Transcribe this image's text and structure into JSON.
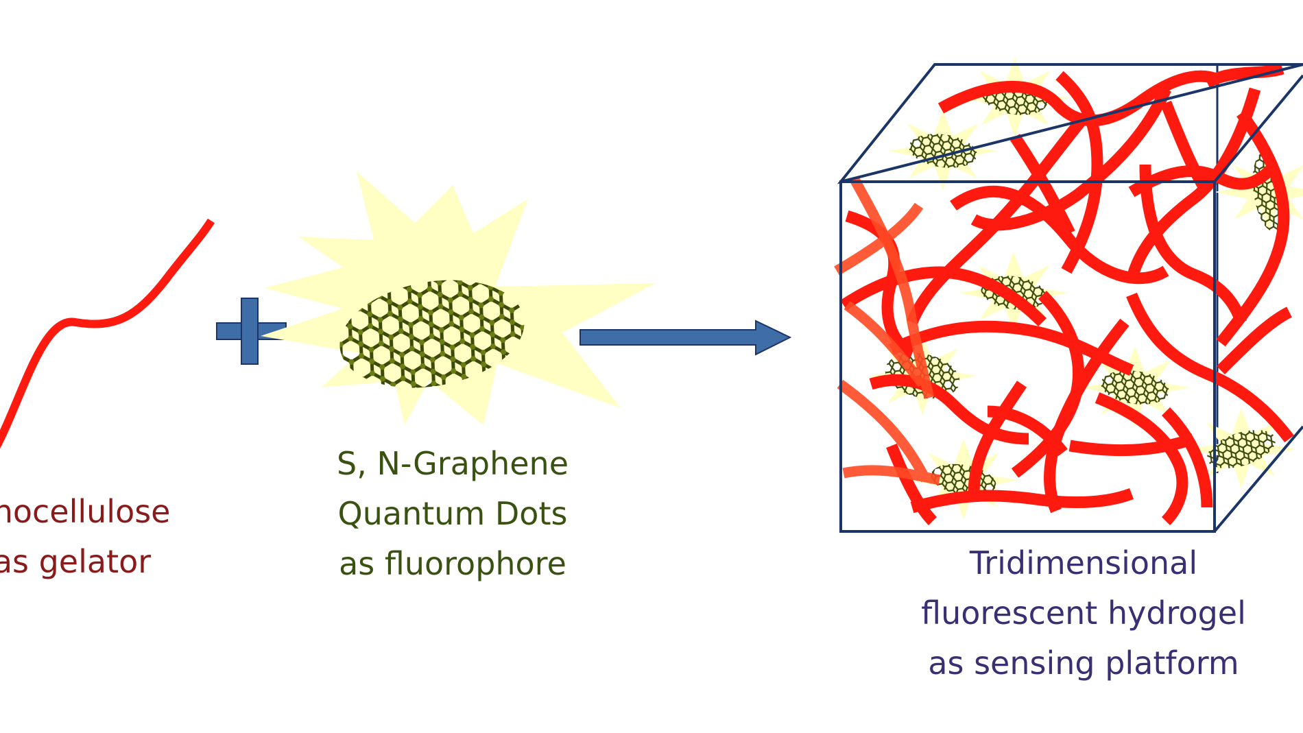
{
  "colors": {
    "fiber": "#ff1a0f",
    "plus": "#3f6da8",
    "arrow": "#3f6da8",
    "glow": "#ffffc4",
    "graphene": "#3b4a0a",
    "cube_edge": "#1b3568",
    "cellulose_text": "#8b1a1a",
    "gqd_text": "#3a5211",
    "hydrogel_text": "#3a2f73"
  },
  "components": {
    "cellulose": {
      "lines": [
        "anocellulose",
        "as gelator"
      ]
    },
    "gqd": {
      "lines": [
        "S, N-Graphene",
        "Quantum Dots",
        "as fluorophore"
      ]
    },
    "hydrogel": {
      "lines": [
        "Tridimensional",
        "fluorescent hydrogel",
        "as sensing platform"
      ]
    }
  },
  "icons": {
    "fiber": "wavy-fiber-icon",
    "plus": "plus-icon",
    "dot": "graphene-quantum-dot-icon",
    "arrow": "right-arrow-icon",
    "cube": "hydrogel-cube-icon"
  }
}
